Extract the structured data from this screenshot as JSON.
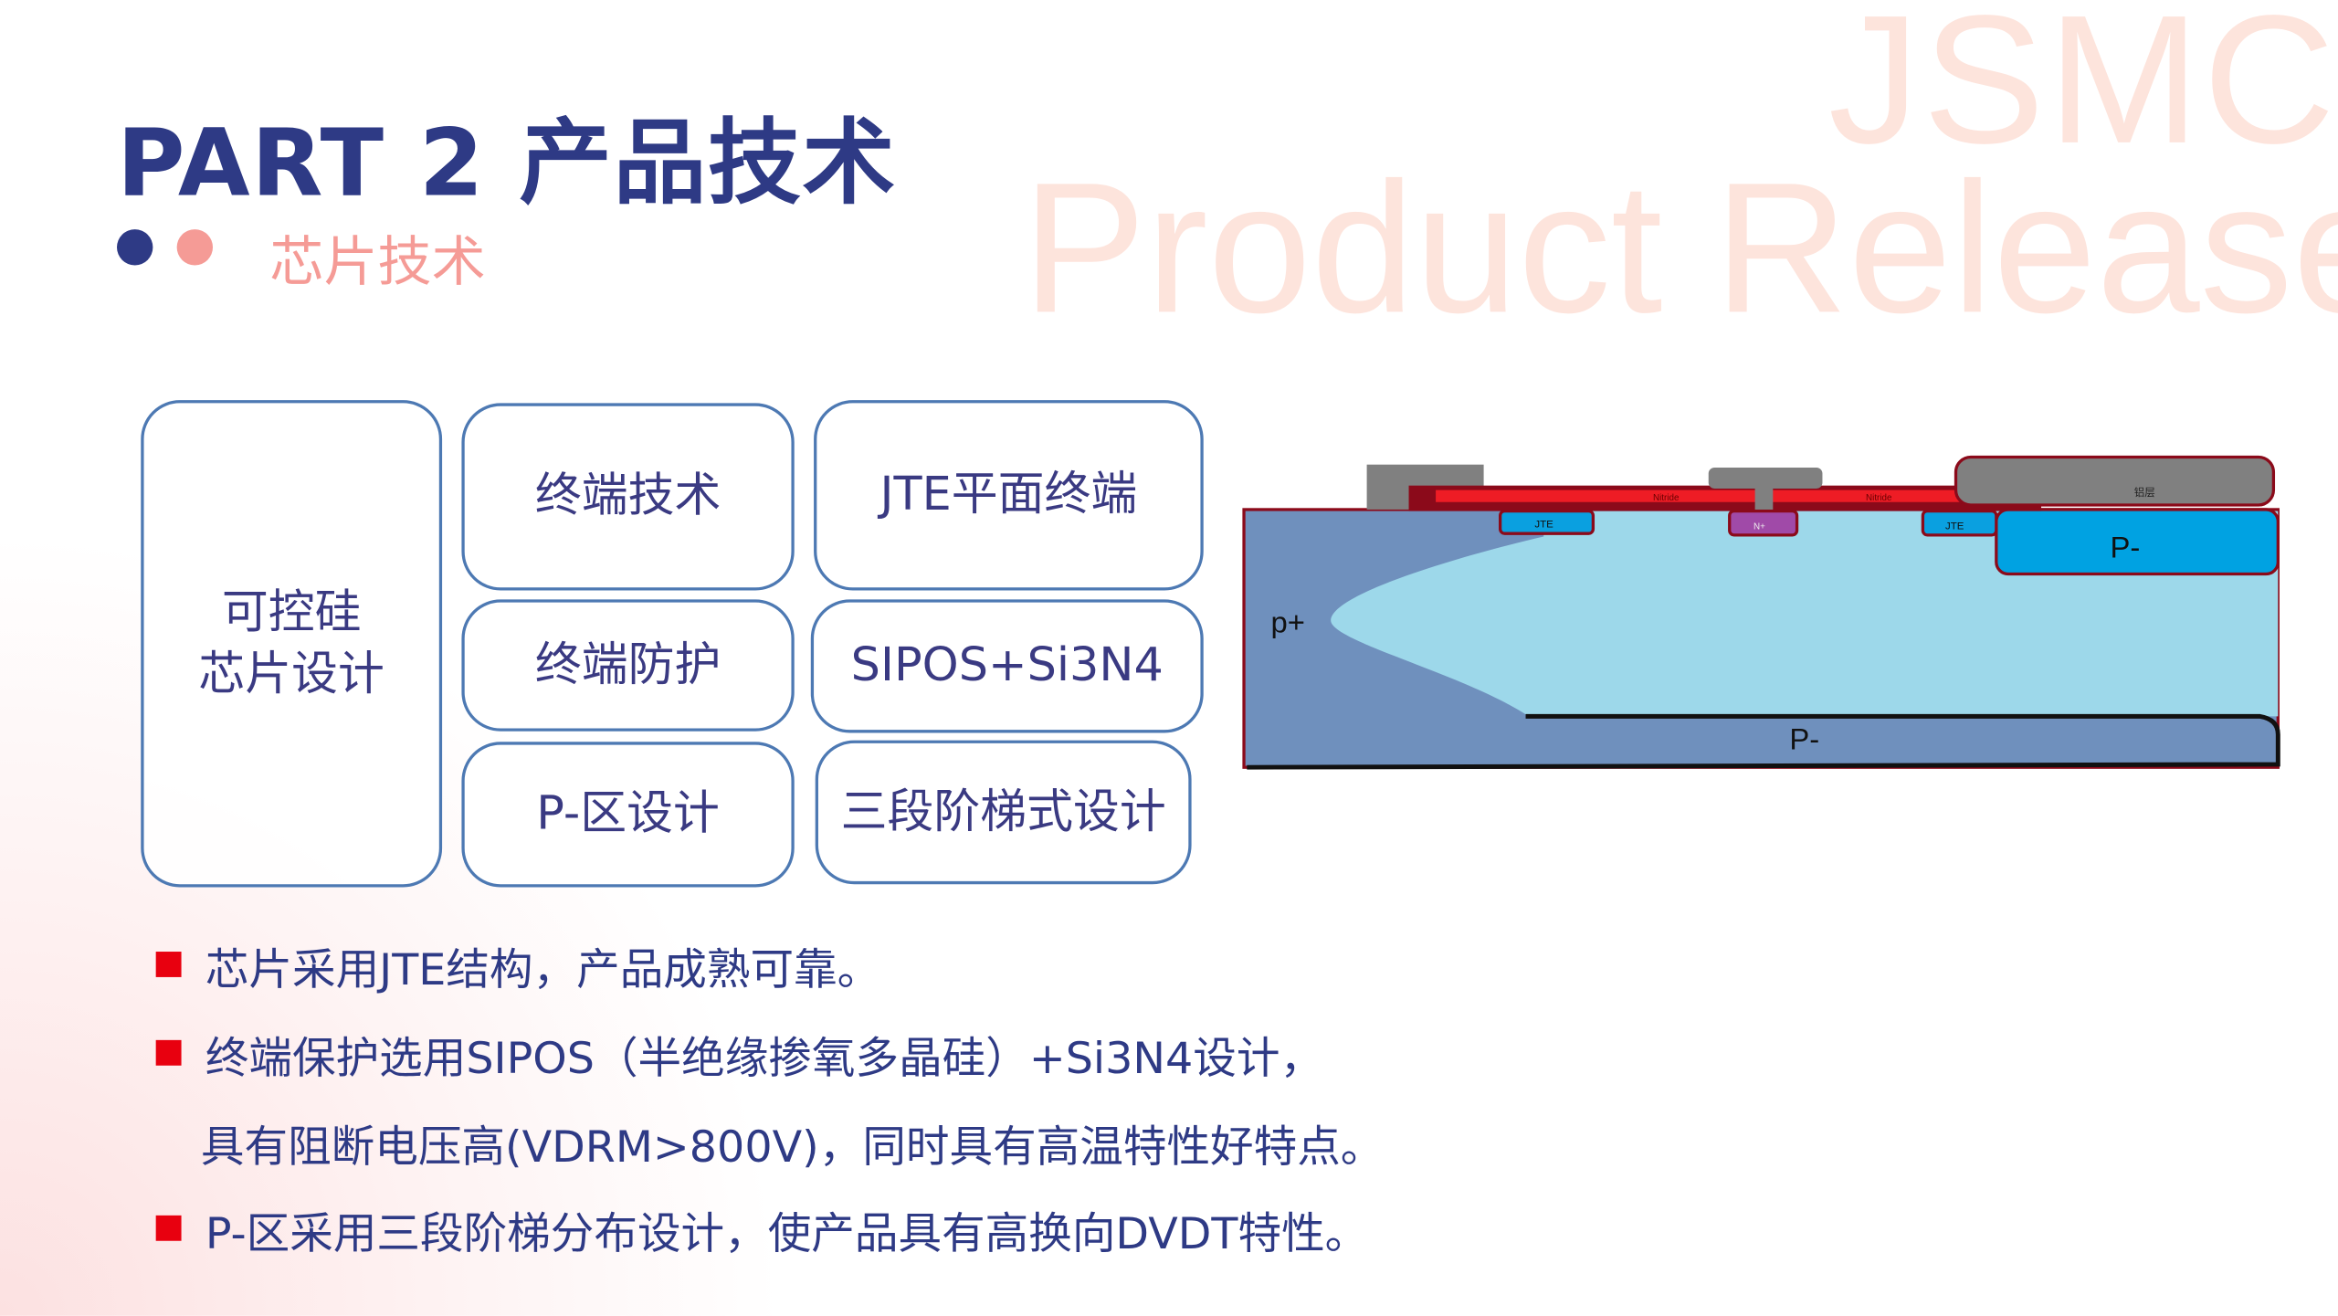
{
  "watermark": {
    "line1": "JSMC",
    "line2": "Product Release"
  },
  "header": {
    "title": "PART 2 产品技术",
    "subtitle": "芯片技术"
  },
  "colors": {
    "navy": "#2e3a85",
    "pink": "#f59b96",
    "bullet": "#e8000f",
    "border": "#4d79b3"
  },
  "boxes": {
    "main": [
      "可控硅",
      "芯片设计"
    ],
    "col1": [
      "终端技术",
      "终端防护",
      "P-区设计"
    ],
    "col2": [
      "JTE平面终端",
      "SIPOS+Si3N4",
      "三段阶梯式设计"
    ]
  },
  "diagram": {
    "nitride_left": "Nitride",
    "nitride_right": "Nitride",
    "jte_left": "JTE",
    "jte_right": "JTE",
    "n_plus": "N+",
    "aluminum": "铝层",
    "p_plus": "p+",
    "p_minus_right": "P-",
    "p_minus_bottom": "P-"
  },
  "bullets": [
    "芯片采用JTE结构，产品成熟可靠。",
    "终端保护选用SIPOS（半绝缘掺氧多晶硅）+Si3N4设计，",
    "具有阻断电压高(VDRM>800V)，同时具有高温特性好特点。",
    "P-区采用三段阶梯分布设计，使产品具有高换向DVDT特性。"
  ]
}
